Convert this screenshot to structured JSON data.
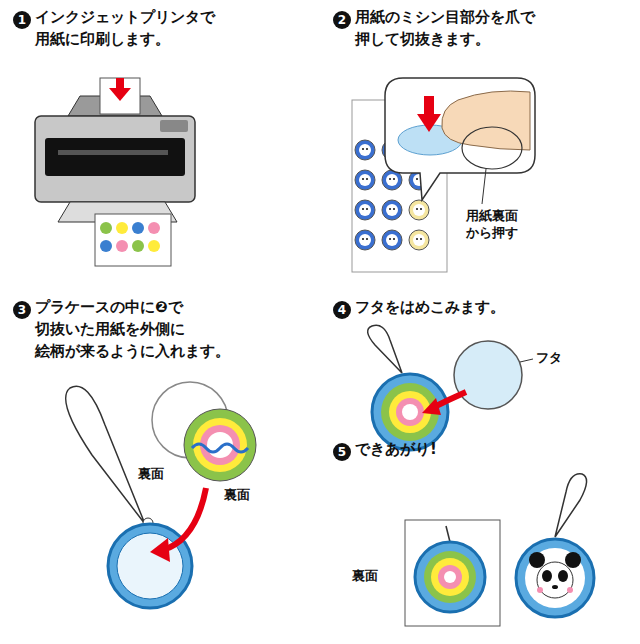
{
  "diagram": {
    "labels": [
      "1",
      "インクジェットプリンタで 用紙に印刷します。",
      "2",
      "用紙のミシン目部分を爪で 押して切抜きます。",
      "用紙裏面 から押す",
      "3",
      "プラケースの中に❷で 切抜いた用紙を外側に 絵柄が来るように入れます。",
      "裏面",
      "裏面",
      "4",
      "フタをはめこみます。",
      "フタ",
      "5",
      "できあがり!",
      "裏面"
    ]
  }
}
